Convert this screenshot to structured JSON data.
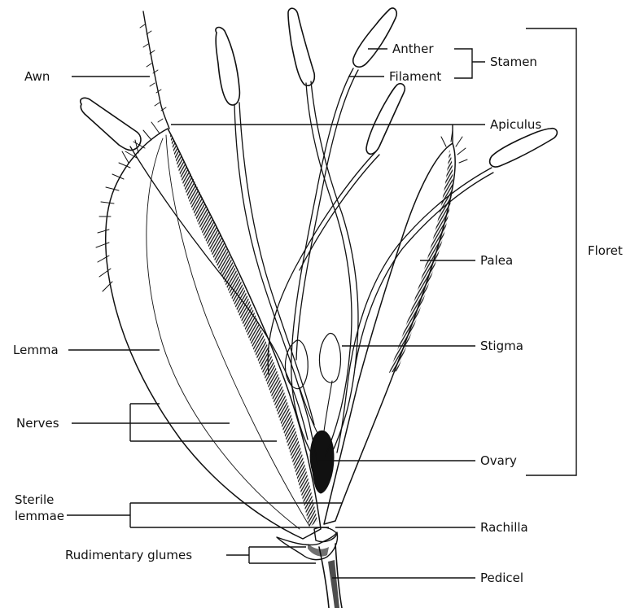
{
  "diagram": {
    "labels": {
      "awn": "Awn",
      "anther": "Anther",
      "filament": "Filament",
      "stamen": "Stamen",
      "apiculus": "Apiculus",
      "floret": "Floret",
      "palea": "Palea",
      "lemma": "Lemma",
      "stigma": "Stigma",
      "nerves": "Nerves",
      "ovary": "Ovary",
      "sterile_lemmae_line1": "Sterile",
      "sterile_lemmae_line2": "lemmae",
      "rachilla": "Rachilla",
      "rudimentary_glumes": "Rudimentary glumes",
      "pedicel": "Pedicel"
    },
    "colors": {
      "ink": "#111111",
      "background": "#ffffff"
    }
  }
}
